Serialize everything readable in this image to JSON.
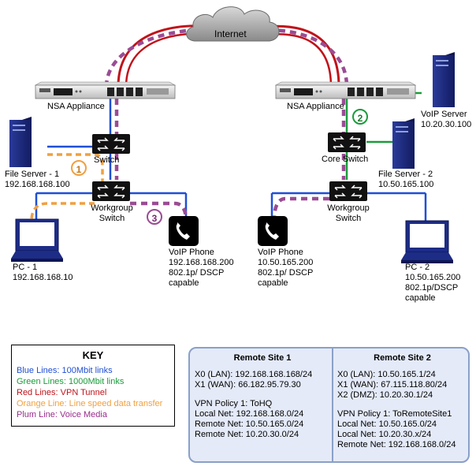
{
  "internet": {
    "label": "Internet"
  },
  "devices": {
    "nsa_left": "NSA Appliance",
    "nsa_right": "NSA Appliance",
    "switch_left": "Switch",
    "core_switch": "Core Switch",
    "wg_switch_left": [
      "Workgroup",
      "Switch"
    ],
    "wg_switch_right": [
      "Workgroup",
      "Switch"
    ],
    "file_server_1": [
      "File Server - 1",
      "192.168.168.100"
    ],
    "file_server_2": [
      "File Server - 2",
      "10.50.165.100"
    ],
    "voip_server": [
      "VoIP Server",
      "10.20.30.100"
    ],
    "pc1": [
      "PC - 1",
      "192.168.168.10"
    ],
    "pc2": [
      "PC - 2",
      "10.50.165.200",
      "802.1p/DSCP",
      "capable"
    ],
    "voip_phone_left": [
      "VoIP Phone",
      "192.168.168.200",
      "802.1p/ DSCP",
      "capable"
    ],
    "voip_phone_right": [
      "VoIP Phone",
      "10.50.165.200",
      "802.1p/ DSCP",
      "capable"
    ]
  },
  "badges": [
    "1",
    "2",
    "3"
  ],
  "key": {
    "title": "KEY",
    "items": [
      {
        "text": "Blue Lines: 100Mbit links",
        "color": "#1f4fd6"
      },
      {
        "text": "Green Lines: 1000Mbit links",
        "color": "#1a9c3a"
      },
      {
        "text": "Red Lines: VPN Tunnel",
        "color": "#c0121a"
      },
      {
        "text": "Orange Line: Line speed data transfer",
        "color": "#f0a040"
      },
      {
        "text": "Plum Line: Voice Media",
        "color": "#9a2c8c"
      }
    ]
  },
  "site1": {
    "title": "Remote Site 1",
    "lines_a": [
      "X0 (LAN): 192.168.168.168/24",
      "X1 (WAN): 66.182.95.79.30"
    ],
    "lines_b": [
      "VPN Policy 1: ToHQ",
      "Local Net: 192.168.168.0/24",
      "Remote Net: 10.50.165.0/24",
      "Remote Net: 10.20.30.0/24"
    ]
  },
  "site2": {
    "title": "Remote Site 2",
    "lines_a": [
      "X0 (LAN): 10.50.165.1/24",
      "X1 (WAN): 67.115.118.80/24",
      "X2 (DMZ): 10.20.30.1/24"
    ],
    "lines_b": [
      "VPN Policy 1: ToRemoteSite1",
      "Local Net: 10.50.165.0/24",
      "Local Net: 10.20.30.x/24",
      "Remote Net: 192.168.168.0/24"
    ]
  },
  "colors": {
    "blue": "#1f4fd6",
    "green": "#1a9c3a",
    "red": "#c0121a",
    "orange": "#f0a040",
    "plum": "#9a4c94",
    "server": "#1d2c86"
  }
}
